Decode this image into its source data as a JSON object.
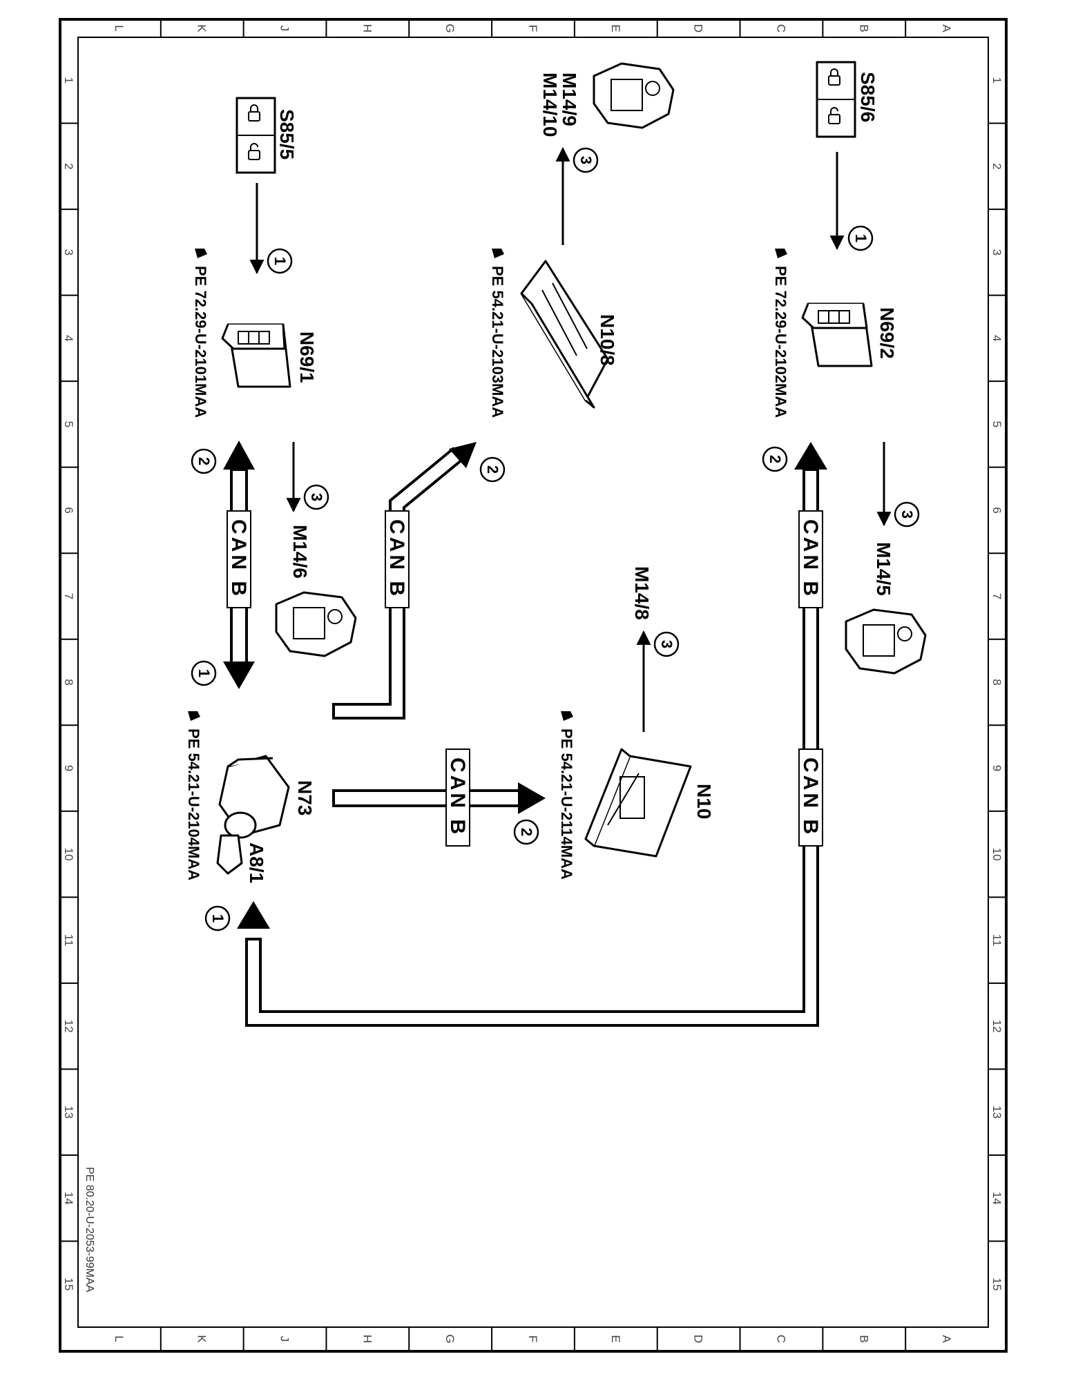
{
  "zone_letters": [
    "L",
    "K",
    "J",
    "H",
    "G",
    "F",
    "E",
    "D",
    "C",
    "B",
    "A"
  ],
  "zone_numbers": [
    "1",
    "2",
    "3",
    "4",
    "5",
    "6",
    "7",
    "8",
    "9",
    "10",
    "11",
    "12",
    "13",
    "14",
    "15"
  ],
  "footer_code": "PE 80.20-U-2053-99MAA",
  "bus_label": "CAN B",
  "step_numbers": {
    "one": "1",
    "two": "2",
    "three": "3"
  },
  "components": {
    "s85_5": "S85/5",
    "s85_6": "S85/6",
    "n69_1": "N69/1",
    "n69_2": "N69/2",
    "n10_8": "N10/8",
    "n10": "N10",
    "n73": "N73",
    "a8_1": "A8/1",
    "m14_9": "M14/9",
    "m14_10": "M14/10",
    "m14_6": "M14/6",
    "m14_5": "M14/5",
    "m14_8": "M14/8"
  },
  "references": {
    "n69_1_ref": "PE 72.29-U-2101MAA",
    "n10_8_ref": "PE 54.21-U-2103MAA",
    "n69_2_ref": "PE 72.29-U-2102MAA",
    "n73_ref": "PE 54.21-U-2104MAA",
    "n10_ref": "PE 54.21-U-2114MAA"
  }
}
